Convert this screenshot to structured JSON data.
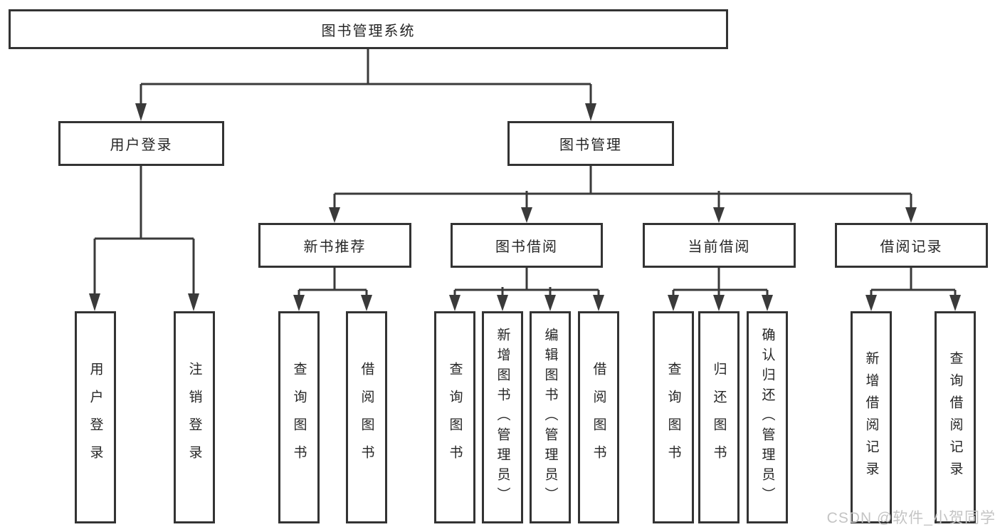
{
  "colors": {
    "background": "#ffffff",
    "box_border": "#333333",
    "connector_line": "#3a3a3a",
    "text": "#262626",
    "watermark_text": "#c4c4c4"
  },
  "watermark": {
    "text": "CSDN @软件_小贺同学"
  },
  "tree": {
    "label": "图书管理系统",
    "children": [
      {
        "label": "用户登录",
        "children": [
          {
            "label": "用户登录"
          },
          {
            "label": "注销登录"
          }
        ]
      },
      {
        "label": "图书管理",
        "children": [
          {
            "label": "新书推荐",
            "children": [
              {
                "label": "查询图书"
              },
              {
                "label": "借阅图书"
              }
            ]
          },
          {
            "label": "图书借阅",
            "children": [
              {
                "label": "查询图书"
              },
              {
                "label": "新增图书（管理员）"
              },
              {
                "label": "编辑图书（管理员）"
              },
              {
                "label": "借阅图书"
              }
            ]
          },
          {
            "label": "当前借阅",
            "children": [
              {
                "label": "查询图书"
              },
              {
                "label": "归还图书"
              },
              {
                "label": "确认归还（管理员）"
              }
            ]
          },
          {
            "label": "借阅记录",
            "children": [
              {
                "label": "新增借阅记录"
              },
              {
                "label": "查询借阅记录"
              }
            ]
          }
        ]
      }
    ]
  }
}
